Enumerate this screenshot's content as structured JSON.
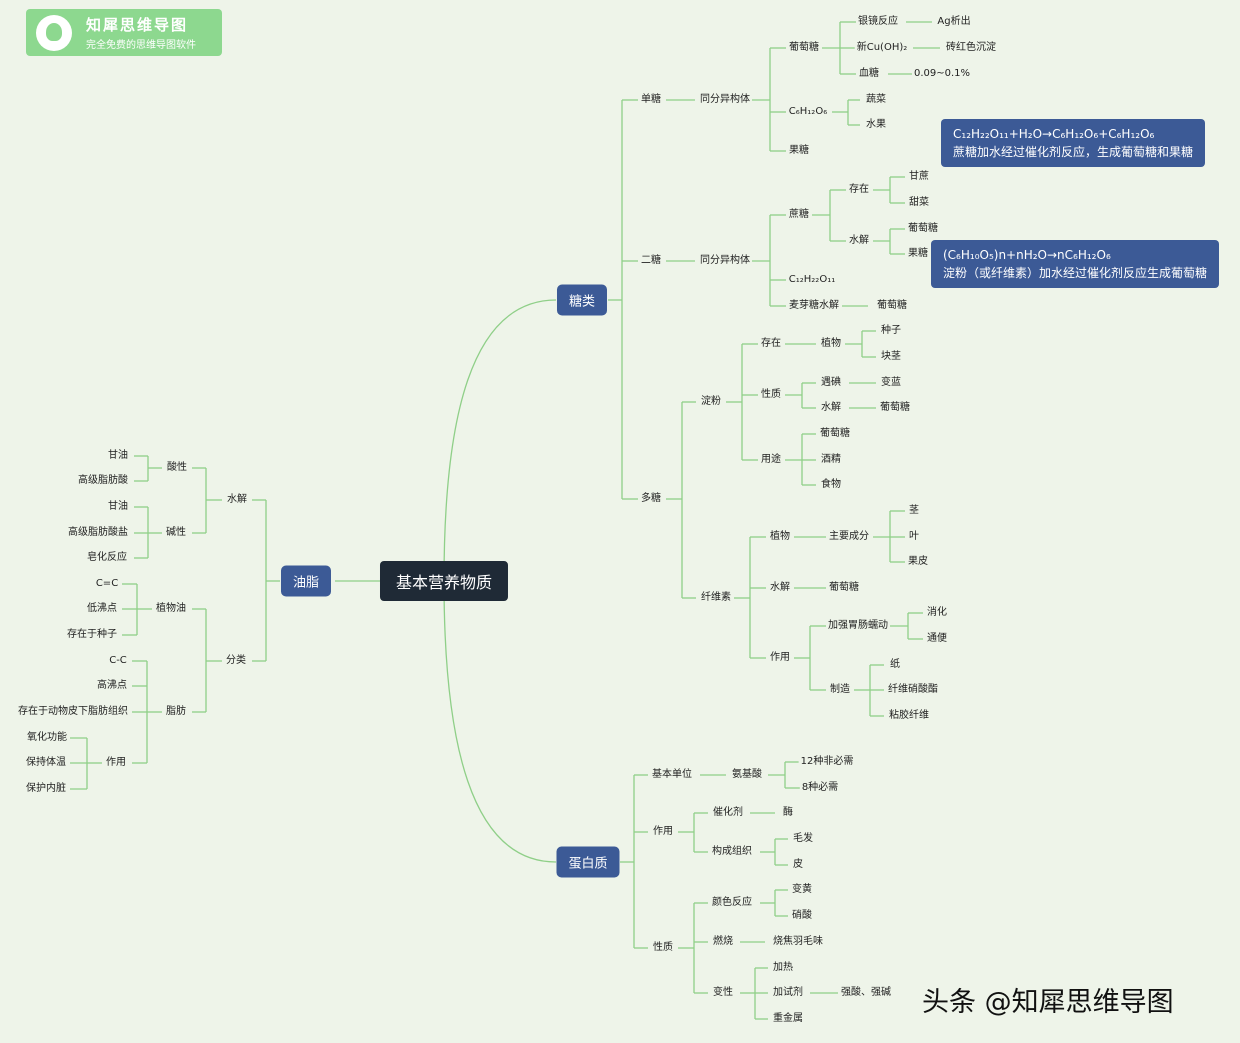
{
  "logo": {
    "title": "知犀思维导图",
    "subtitle": "完全免费的思维导图软件"
  },
  "watermark": "头条 @知犀思维导图",
  "colors": {
    "background": "#eef4e9",
    "line": "#8fcf88",
    "main_node": "#3c5a96",
    "root_node": "#1f2a36"
  },
  "root": "基本营养物质",
  "branches": {
    "sugar": "糖类",
    "oil": "油脂",
    "protein": "蛋白质"
  },
  "sugar": {
    "mono": "单糖",
    "mono_iso": "同分异构体",
    "glucose": "葡萄糖",
    "silver": "银镜反应",
    "ag": "Ag析出",
    "cuoh": "新Cu(OH)₂",
    "brick": "砖红色沉淀",
    "blood": "血糖",
    "blood_val": "0.09~0.1%",
    "formula6": "C₆H₁₂O₆",
    "veg": "蔬菜",
    "fruit": "水果",
    "fructose": "果糖",
    "di": "二糖",
    "di_iso": "同分异构体",
    "sucrose": "蔗糖",
    "exist": "存在",
    "cane": "甘蔗",
    "beet": "甜菜",
    "hydro": "水解",
    "h_glucose": "葡萄糖",
    "h_fructose": "果糖",
    "formula12": "C₁₂H₂₂O₁₁",
    "maltose": "麦芽糖水解",
    "m_glucose": "葡萄糖",
    "poly": "多糖",
    "starch": "淀粉",
    "s_exist": "存在",
    "plant": "植物",
    "seed": "种子",
    "tuber": "块茎",
    "prop": "性质",
    "iodine": "遇碘",
    "blue": "变蓝",
    "s_hydro": "水解",
    "s_glucose": "葡萄糖",
    "use": "用途",
    "u_glucose": "葡萄糖",
    "alcohol": "酒精",
    "food": "食物",
    "cellulose": "纤维素",
    "c_plant": "植物",
    "main_comp": "主要成分",
    "stem": "茎",
    "leaf": "叶",
    "peel": "果皮",
    "c_hydro": "水解",
    "c_glucose": "葡萄糖",
    "effect": "作用",
    "peristalsis": "加强胃肠蠕动",
    "digest": "消化",
    "defecate": "通便",
    "make": "制造",
    "paper": "纸",
    "nitro": "纤维硝酸酯",
    "viscose": "粘胶纤维"
  },
  "notes": {
    "n1_line1": "C₁₂H₂₂O₁₁+H₂O→C₆H₁₂O₆+C₆H₁₂O₆",
    "n1_line2": "蔗糖加水经过催化剂反应，生成葡萄糖和果糖",
    "n2_line1": "(C₆H₁₀O₅)n+nH₂O→nC₆H₁₂O₆",
    "n2_line2": "淀粉（或纤维素）加水经过催化剂反应生成葡萄糖"
  },
  "oil": {
    "hydro": "水解",
    "acid": "酸性",
    "a_glycerol": "甘油",
    "fatty_acid": "高级脂肪酸",
    "alkali": "碱性",
    "b_glycerol": "甘油",
    "fatty_salt": "高级脂肪酸盐",
    "saponify": "皂化反应",
    "classify": "分类",
    "veg_oil": "植物油",
    "cc_double": "C=C",
    "low_bp": "低沸点",
    "in_seed": "存在于种子",
    "fat": "脂肪",
    "cc_single": "C-C",
    "high_bp": "高沸点",
    "under_skin": "存在于动物皮下脂肪组织",
    "f_effect": "作用",
    "oxidize": "氧化功能",
    "warm": "保持体温",
    "organs": "保护内脏"
  },
  "protein": {
    "unit": "基本单位",
    "amino": "氨基酸",
    "nonessential": "12种非必需",
    "essential": "8种必需",
    "effect": "作用",
    "catalyst": "催化剂",
    "enzyme": "酶",
    "tissue": "构成组织",
    "hair": "毛发",
    "skin": "皮",
    "prop": "性质",
    "color_rx": "颜色反应",
    "yellow": "变黄",
    "nitric": "硝酸",
    "burn": "燃烧",
    "feather": "烧焦羽毛味",
    "denature": "变性",
    "heat": "加热",
    "reagent": "加试剂",
    "acid_base": "强酸、强碱",
    "heavy_metal": "重金属"
  }
}
